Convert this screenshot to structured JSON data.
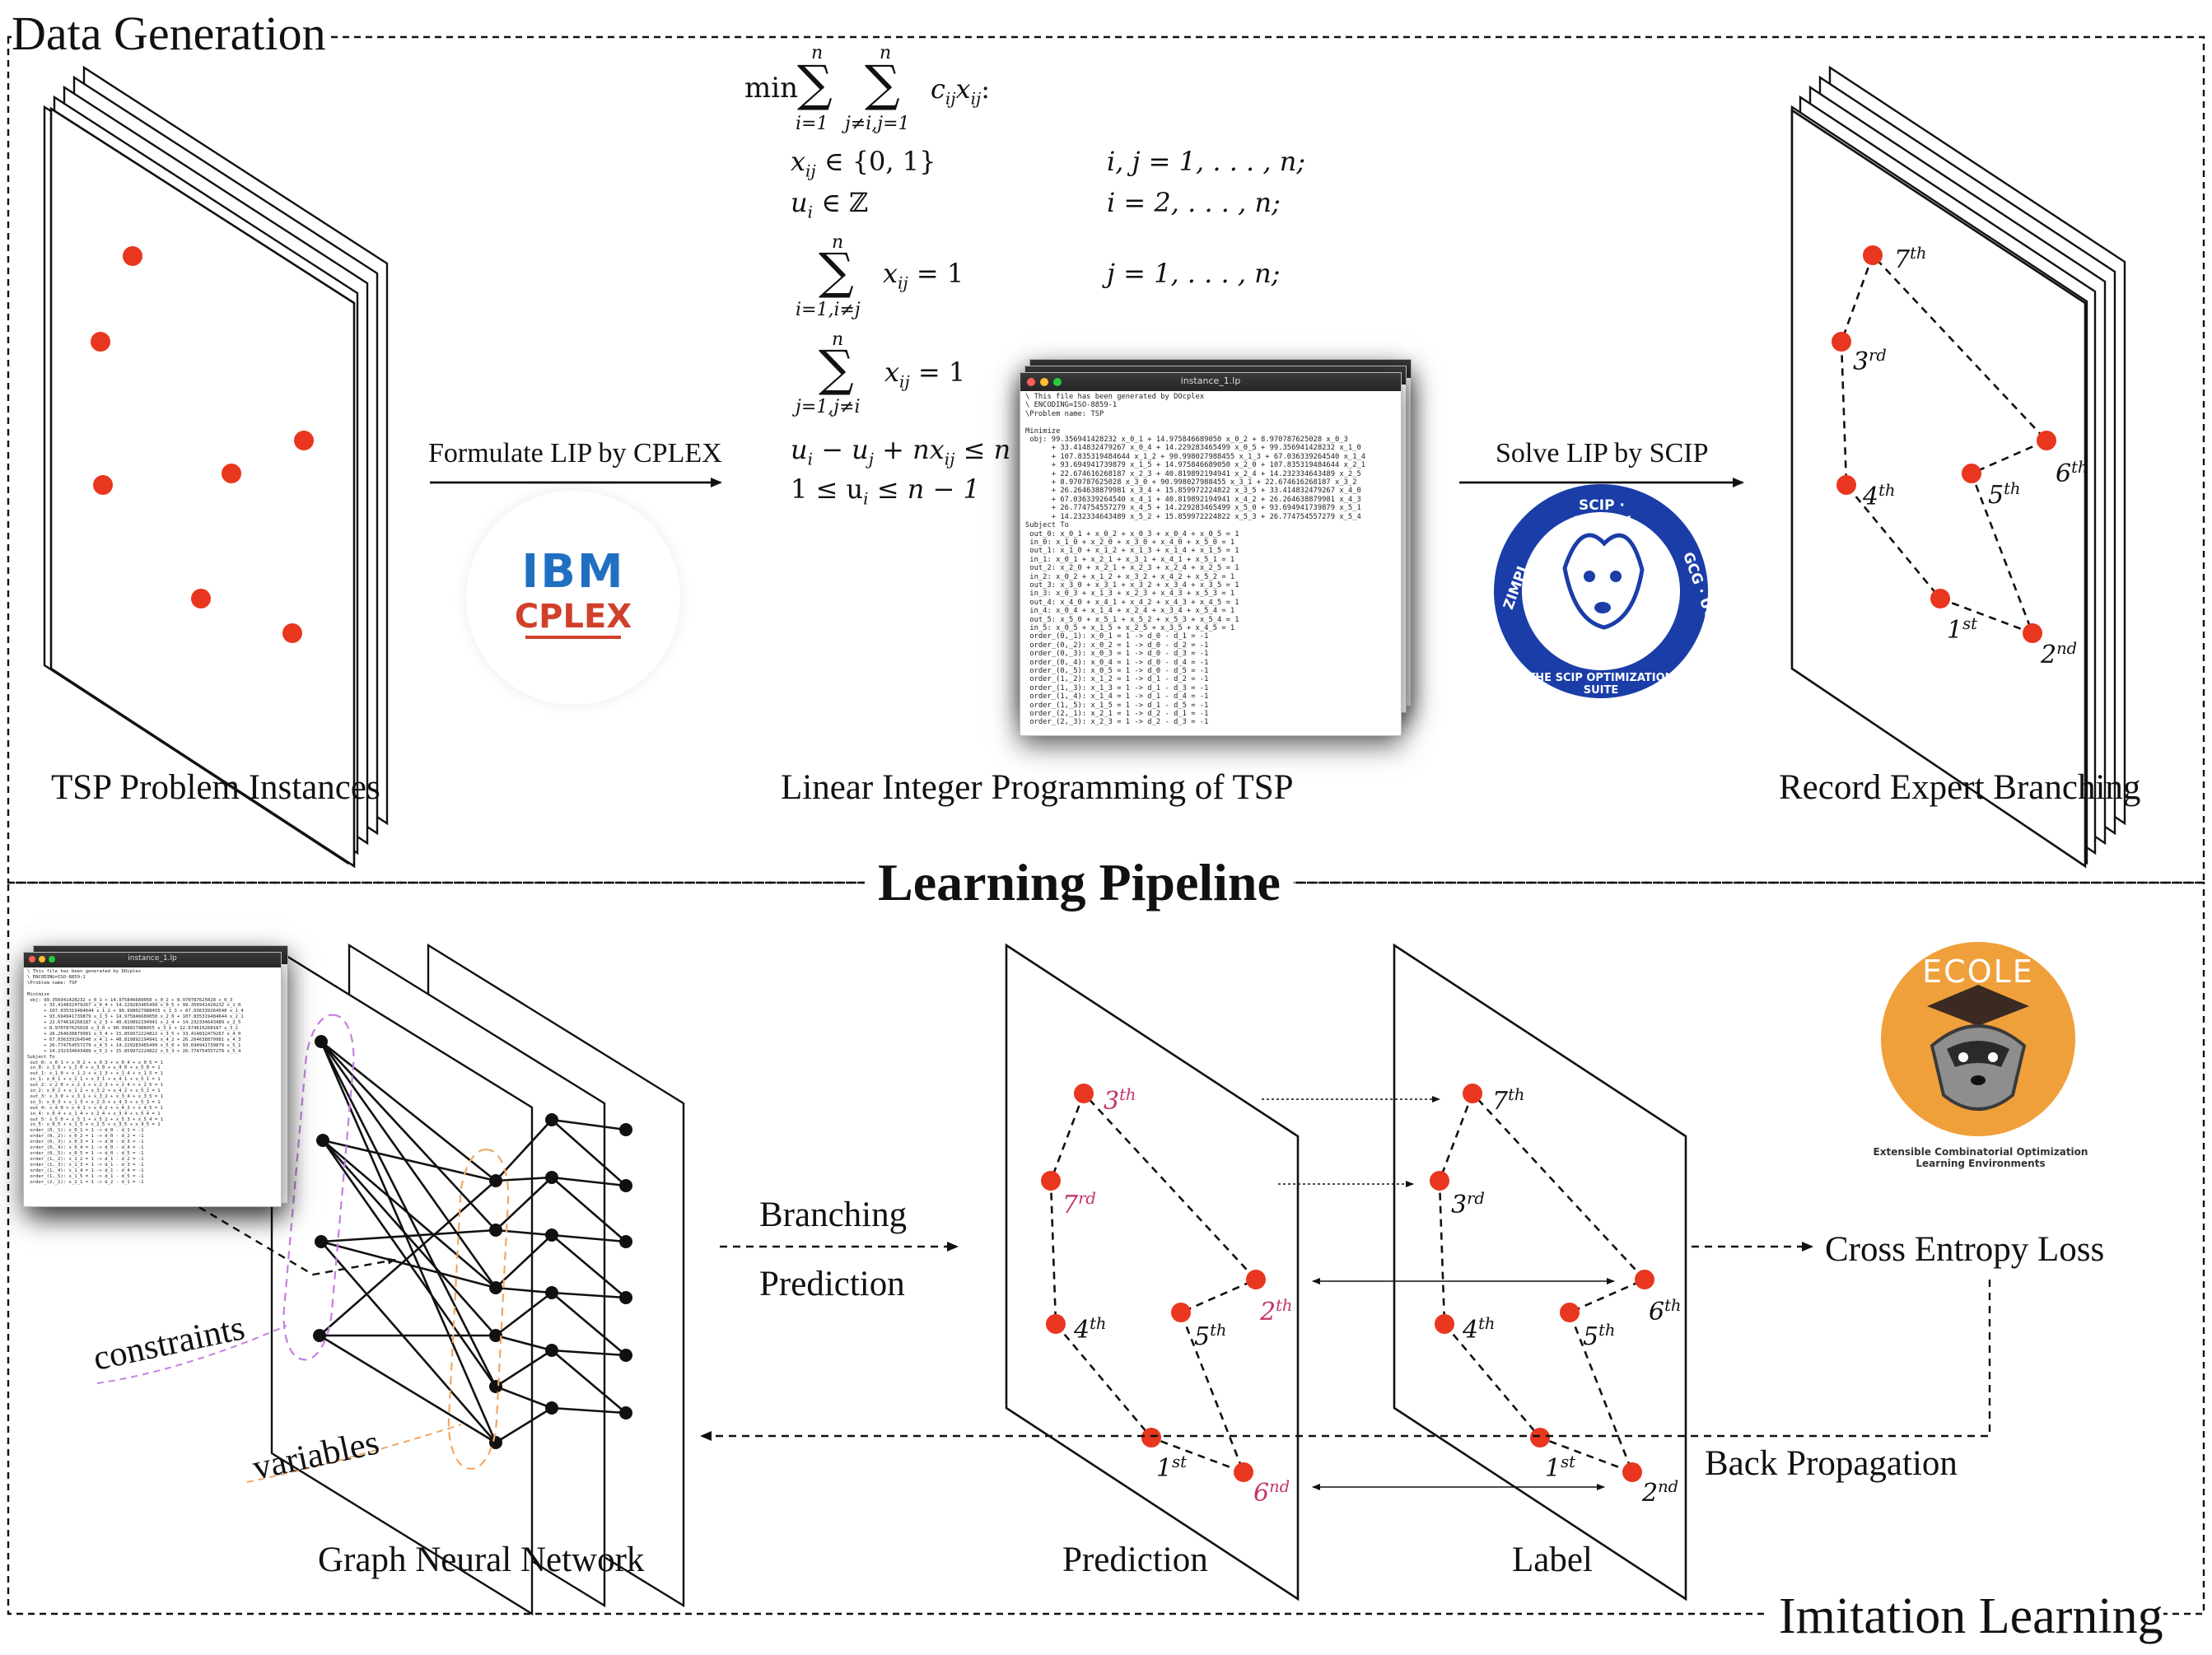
{
  "sections": {
    "data_generation": "Data Generation",
    "learning_pipeline": "Learning Pipeline",
    "imitation_learning": "Imitation Learning"
  },
  "captions": {
    "tsp_instances": "TSP Problem Instances",
    "lip": "Linear Integer Programming of TSP",
    "record": "Record Expert Branching",
    "gnn": "Graph Neural Network",
    "prediction": "Prediction",
    "label": "Label"
  },
  "arrows": {
    "formulate": "Formulate LIP by CPLEX",
    "solve": "Solve LIP by SCIP",
    "branching_1": "Branching",
    "branching_2": "Prediction",
    "cross_entropy": "Cross Entropy Loss",
    "back_prop": "Back Propagation"
  },
  "gnn_labels": {
    "constraints": "constraints",
    "variables": "variables"
  },
  "logos": {
    "ibm": "IBM",
    "cplex": "CPLEX",
    "scip_ring_top": "SCIP · SoPLEX",
    "scip_ring_left": "ZIMPL",
    "scip_ring_right": "GCG · UG",
    "scip_ring_bottom": "THE SCIP OPTIMIZATION SUITE",
    "ecole": "ECOLE",
    "ecole_ring": "Extensible Combinatorial Optimization Learning Environments"
  },
  "terminal": {
    "title": "instance_1.lp",
    "lines": [
      "\\ This file has been generated by DOcplex",
      "\\ ENCODING=ISO-8859-1",
      "\\Problem name: TSP",
      "",
      "Minimize",
      " obj: 99.356941428232 x_0_1 + 14.975846689050 x_0_2 + 8.970787625028 x_0_3",
      "      + 33.414832479267 x_0_4 + 14.229283465499 x_0_5 + 99.356941428232 x_1_0",
      "      + 107.835319484644 x_1_2 + 90.998027988455 x_1_3 + 67.036339264540 x_1_4",
      "      + 93.694941739879 x_1_5 + 14.975846689050 x_2_0 + 107.835319484644 x_2_1",
      "      + 22.674616268187 x_2_3 + 40.819892194941 x_2_4 + 14.232334643489 x_2_5",
      "      + 8.970787625028 x_3_0 + 90.998027988455 x_3_1 + 22.674616268187 x_3_2",
      "      + 26.264638879981 x_3_4 + 15.859972224822 x_3_5 + 33.414832479267 x_4_0",
      "      + 67.036339264540 x_4_1 + 40.819892194941 x_4_2 + 26.264638879981 x_4_3",
      "      + 26.774754557279 x_4_5 + 14.229283465499 x_5_0 + 93.694941739879 x_5_1",
      "      + 14.232334643489 x_5_2 + 15.859972224822 x_5_3 + 26.774754557279 x_5_4",
      "Subject To",
      " out_0: x_0_1 + x_0_2 + x_0_3 + x_0_4 + x_0_5 = 1",
      " in_0: x_1_0 + x_2_0 + x_3_0 + x_4_0 + x_5_0 = 1",
      " out_1: x_1_0 + x_1_2 + x_1_3 + x_1_4 + x_1_5 = 1",
      " in_1: x_0_1 + x_2_1 + x_3_1 + x_4_1 + x_5_1 = 1",
      " out_2: x_2_0 + x_2_1 + x_2_3 + x_2_4 + x_2_5 = 1",
      " in_2: x_0_2 + x_1_2 + x_3_2 + x_4_2 + x_5_2 = 1",
      " out_3: x_3_0 + x_3_1 + x_3_2 + x_3_4 + x_3_5 = 1",
      " in_3: x_0_3 + x_1_3 + x_2_3 + x_4_3 + x_5_3 = 1",
      " out_4: x_4_0 + x_4_1 + x_4_2 + x_4_3 + x_4_5 = 1",
      " in_4: x_0_4 + x_1_4 + x_2_4 + x_3_4 + x_5_4 = 1",
      " out_5: x_5_0 + x_5_1 + x_5_2 + x_5_3 + x_5_4 = 1",
      " in_5: x_0_5 + x_1_5 + x_2_5 + x_3_5 + x_4_5 = 1",
      " order_(0,_1): x_0_1 = 1 -> d_0 - d_1 = -1",
      " order_(0,_2): x_0_2 = 1 -> d_0 - d_2 = -1",
      " order_(0,_3): x_0_3 = 1 -> d_0 - d_3 = -1",
      " order_(0,_4): x_0_4 = 1 -> d_0 - d_4 = -1",
      " order_(0,_5): x_0_5 = 1 -> d_0 - d_5 = -1",
      " order_(1,_2): x_1_2 = 1 -> d_1 - d_2 = -1",
      " order_(1,_3): x_1_3 = 1 -> d_1 - d_3 = -1",
      " order_(1,_4): x_1_4 = 1 -> d_1 - d_4 = -1",
      " order_(1,_5): x_1_5 = 1 -> d_1 - d_5 = -1",
      " order_(2,_1): x_2_1 = 1 -> d_2 - d_1 = -1",
      " order_(2,_3): x_2_3 = 1 -> d_2 - d_3 = -1"
    ]
  },
  "formula": {
    "line1_min": "min",
    "line1_body": "c",
    "sum_top": "n",
    "sum1_bottom": "i=1",
    "sum2_bottom": "j≠i,j=1",
    "row_xij_left": "x",
    "row_xij_set": "∈ {0, 1}",
    "row_xij_range": "i, j = 1, . . . , n;",
    "row_ui_left": "u",
    "row_ui_set": "∈ ℤ",
    "row_ui_range": "i = 2, . . . , n;",
    "row_sum1_bottom": "i=1,i≠j",
    "row_sum1_eq": "= 1",
    "row_sum1_range": "j = 1, . . . , n;",
    "row_sum2_bottom": "j=1,j≠i",
    "row_sum2_eq": "= 1",
    "row_mtz": "u",
    "row_bounds": "1 ≤ u",
    "row_bounds_right": "≤ n − 1"
  },
  "ordinals": {
    "record": [
      "7",
      "th",
      "3",
      "rd",
      "4",
      "th",
      "5",
      "th",
      "6",
      "th",
      "1",
      "st",
      "2",
      "nd"
    ],
    "prediction": [
      "3",
      "th",
      "7",
      "rd",
      "4",
      "th",
      "5",
      "th",
      "2",
      "th",
      "1",
      "st",
      "6",
      "nd"
    ],
    "label": [
      "7",
      "th",
      "3",
      "rd",
      "4",
      "th",
      "5",
      "th",
      "6",
      "th",
      "1",
      "st",
      "2",
      "nd"
    ]
  },
  "colors": {
    "node": "#e8361f",
    "accent": "#c4336e",
    "ibm": "#1f70c1",
    "cplex": "#d0402a",
    "scip": "#1a3da8",
    "ecole": "#f0a03a",
    "constraint_dash": "#c77fe0",
    "variable_dash": "#f0a868"
  }
}
